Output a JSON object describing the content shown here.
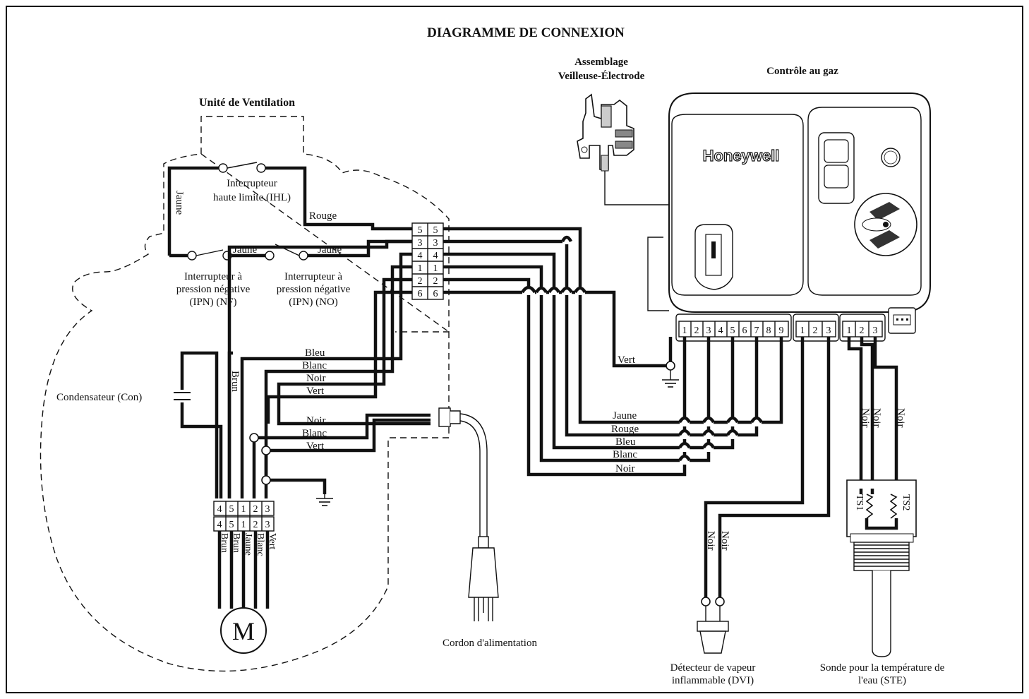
{
  "title": "DIAGRAMME DE CONNEXION",
  "headers": {
    "pilot_line1": "Assemblage",
    "pilot_line2": "Veilleuse-Électrode",
    "gas_control": "Contrôle au gaz",
    "vent_unit": "Unité de Ventilation"
  },
  "brand": "Honeywell",
  "switches": {
    "ihl_line1": "Interrupteur",
    "ihl_line2": "haute limite (IHL)",
    "ipn_nf_line1": "Interrupteur à",
    "ipn_nf_line2": "pression négative",
    "ipn_nf_line3": "(IPN) (NF)",
    "ipn_no_line1": "Interrupteur à",
    "ipn_no_line2": "pression négative",
    "ipn_no_line3": "(IPN) (NO)"
  },
  "components": {
    "capacitor": "Condensateur (Con)",
    "motor": "M",
    "power_cord": "Cordon d'alimentation",
    "fvs_line1": "Détecteur de vapeur",
    "fvs_line2": "inflammable (DVI)",
    "wts_line1": "Sonde pour la température de",
    "wts_line2": "l'eau (STE)",
    "ts1": "TS1",
    "ts2": "TS2"
  },
  "wires": {
    "jaune": "Jaune",
    "rouge": "Rouge",
    "bleu": "Bleu",
    "blanc": "Blanc",
    "noir": "Noir",
    "vert": "Vert",
    "brun": "Brun"
  },
  "terminal_block": [
    "5",
    "3",
    "4",
    "1",
    "2",
    "6"
  ],
  "motor_terminals": [
    "4",
    "5",
    "1",
    "2",
    "3"
  ],
  "control_terminals_a": [
    "1",
    "2",
    "3",
    "4",
    "5",
    "6",
    "7",
    "8",
    "9"
  ],
  "control_terminals_b": [
    "1",
    "2",
    "3"
  ],
  "control_terminals_c": [
    "1",
    "2",
    "3"
  ]
}
